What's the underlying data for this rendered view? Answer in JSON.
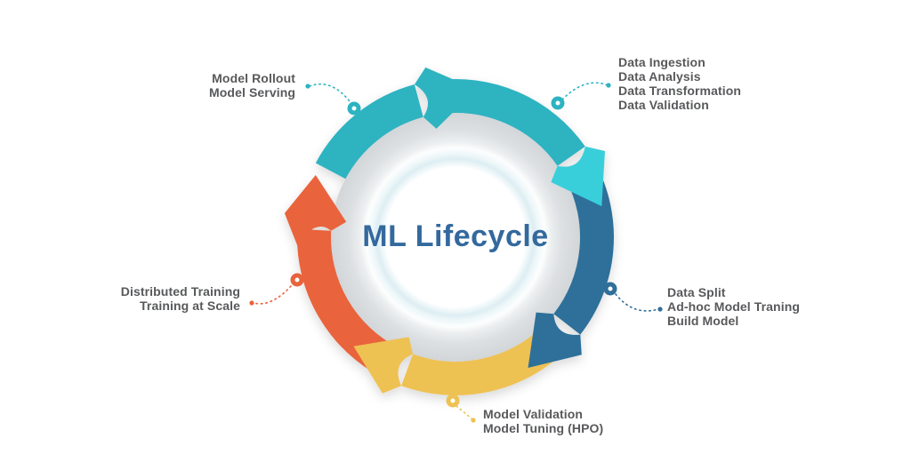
{
  "title": "ML Lifecycle",
  "colors": {
    "teal": "#2db3c1",
    "teal_bright": "#38cfda",
    "blue": "#2f6f99",
    "yellow": "#eec153",
    "orange": "#e9633c",
    "title": "#33699d",
    "label": "#58595b"
  },
  "stages": {
    "data": {
      "lines": [
        "Data Ingestion",
        "Data Analysis",
        "Data Transformation",
        "Data Validation"
      ]
    },
    "build": {
      "lines": [
        "Data Split",
        "Ad-hoc Model Traning",
        "Build Model"
      ]
    },
    "tuning": {
      "lines": [
        "Model Validation",
        "Model Tuning (HPO)"
      ]
    },
    "training": {
      "lines": [
        "Distributed Training",
        "Training at Scale"
      ]
    },
    "serving": {
      "lines": [
        "Model Rollout",
        "Model Serving"
      ]
    }
  }
}
